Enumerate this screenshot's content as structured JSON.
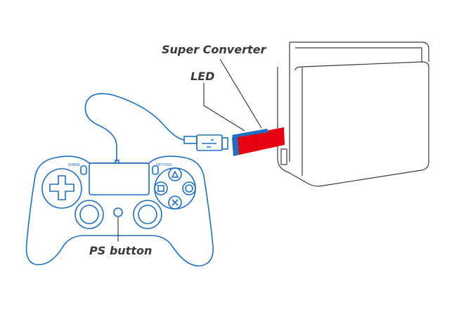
{
  "labels": {
    "converter": "Super Converter",
    "led": "LED",
    "ps_button": "PS button",
    "share": "SHARE",
    "options": "OPTIONS"
  },
  "colors": {
    "controller": "#1e6fc0",
    "converter": "#e60012",
    "dock": "#3a3a3a"
  }
}
